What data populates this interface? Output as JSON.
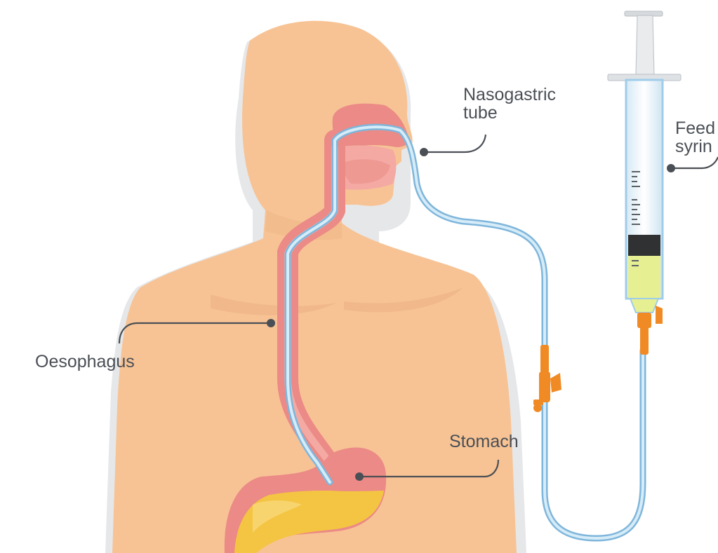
{
  "labels": {
    "nasogastric_tube": [
      "Nasogastric",
      "tube"
    ],
    "feeding_syringe": [
      "Feed",
      "syrin"
    ],
    "oesophagus": "Oesophagus",
    "stomach": "Stomach"
  },
  "colors": {
    "skin": "#f7c395",
    "skin_shadow": "#e5ae80",
    "tract": "#eb8a86",
    "tract_light": "#f4aaa3",
    "tube": "#9fcde9",
    "syringe_barrel": "#eef6fb",
    "feed": "#e6ef92",
    "connector": "#f08a24",
    "stomach_contents": "#f4c542",
    "leader_line": "#4a4f55"
  }
}
